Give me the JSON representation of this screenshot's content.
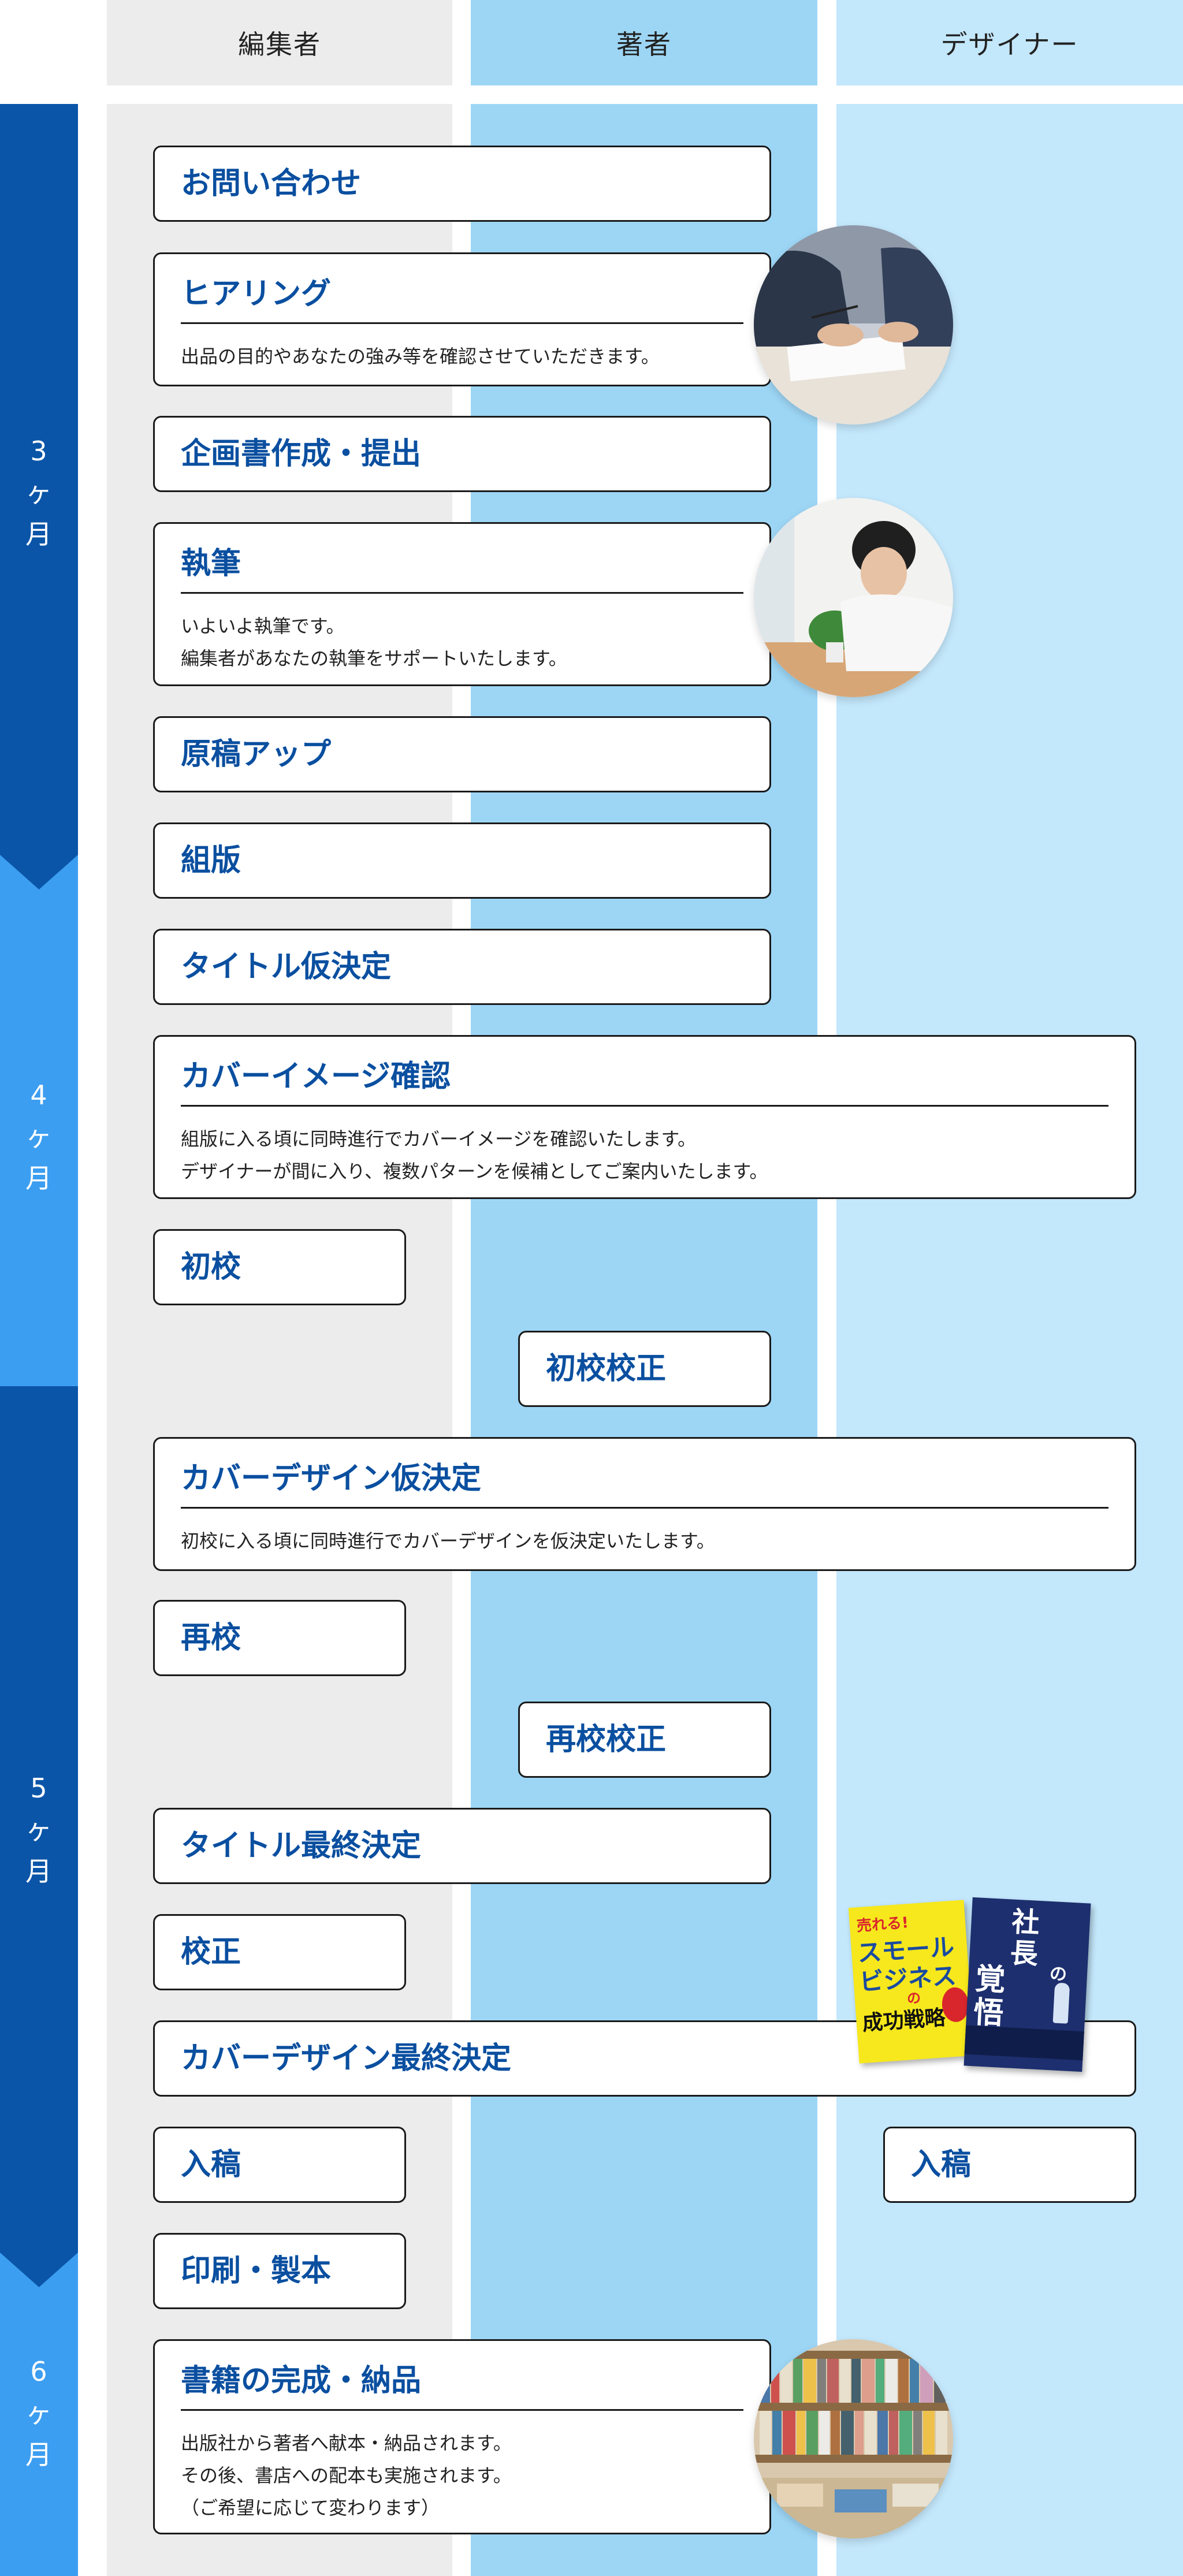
{
  "columns": {
    "editor": "編集者",
    "author": "著者",
    "designer": "デザイナー"
  },
  "months": [
    "3ヶ月",
    "4ヶ月",
    "5ヶ月",
    "6ヶ月"
  ],
  "steps": {
    "inquiry": {
      "title": "お問い合わせ"
    },
    "hearing": {
      "title": "ヒアリング",
      "desc": "出品の目的やあなたの強み等を確認させていただきます。"
    },
    "proposal": {
      "title": "企画書作成・提出"
    },
    "writing": {
      "title": "執筆",
      "desc": "いよいよ執筆です。\n編集者があなたの執筆をサポートいたします。"
    },
    "manuscript_up": {
      "title": "原稿アップ"
    },
    "typesetting": {
      "title": "組版"
    },
    "title_tentative": {
      "title": "タイトル仮決定"
    },
    "cover_image": {
      "title": "カバーイメージ確認",
      "desc": "組版に入る頃に同時進行でカバーイメージを確認いたします。\nデザイナーが間に入り、複数パターンを候補としてご案内いたします。"
    },
    "first_proof": {
      "title": "初校"
    },
    "first_proof_correction": {
      "title": "初校校正"
    },
    "cover_design_tentative": {
      "title": "カバーデザイン仮決定",
      "desc": "初校に入る頃に同時進行でカバーデザインを仮決定いたします。"
    },
    "second_proof": {
      "title": "再校"
    },
    "second_proof_correction": {
      "title": "再校校正"
    },
    "title_final": {
      "title": "タイトル最終決定"
    },
    "proofreading": {
      "title": "校正"
    },
    "cover_design_final": {
      "title": "カバーデザイン最終決定"
    },
    "submission_editor": {
      "title": "入稿"
    },
    "submission_designer": {
      "title": "入稿"
    },
    "printing": {
      "title": "印刷・製本"
    },
    "completion": {
      "title": "書籍の完成・納品",
      "desc": "出版社から著者へ献本・納品されます。\nその後、書店への配本も実施されます。\n（ご希望に応じて変わります）"
    }
  },
  "books": {
    "left": {
      "line1": "売れる!",
      "line2": "スモール",
      "line3": "ビジネス",
      "line4": "の",
      "line5": "成功戦略"
    },
    "right": {
      "line1": "社",
      "line2": "長",
      "line3": "の",
      "line4": "覚",
      "line5": "悟"
    }
  },
  "colors": {
    "editor_col": "#ececec",
    "author_col": "#9dd6f5",
    "designer_col": "#c3e7fb",
    "month_dark": "#0a55a8",
    "month_light": "#3c9ef0",
    "title_blue": "#0a4fa0"
  }
}
